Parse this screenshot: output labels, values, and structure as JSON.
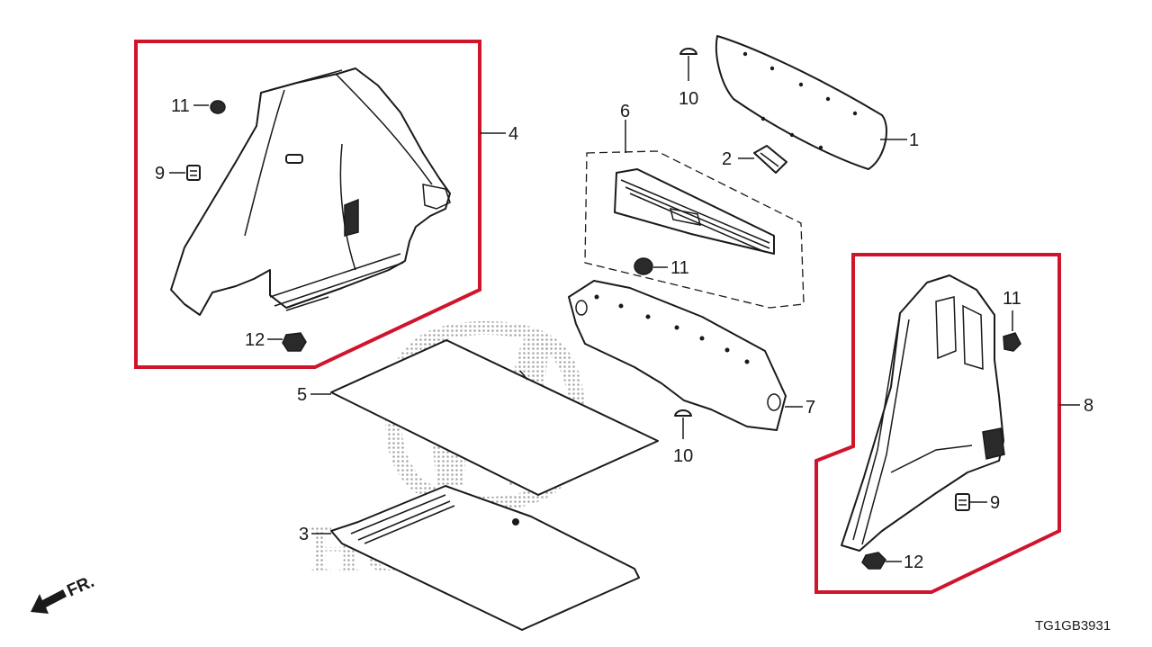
{
  "diagram": {
    "colors": {
      "highlight": "#d0142c",
      "line": "#1a1a1a",
      "watermark": "#b9b9b9"
    },
    "watermark_text": "HONDA",
    "part_numbers": {
      "p1": "1",
      "p2": "2",
      "p3": "3",
      "p4": "4",
      "p5": "5",
      "p6": "6",
      "p7": "7",
      "p8": "8",
      "p9": "9",
      "p10": "10",
      "p11": "11",
      "p12": "12"
    },
    "direction_label": "FR.",
    "diagram_code": "TG1GB3931"
  }
}
